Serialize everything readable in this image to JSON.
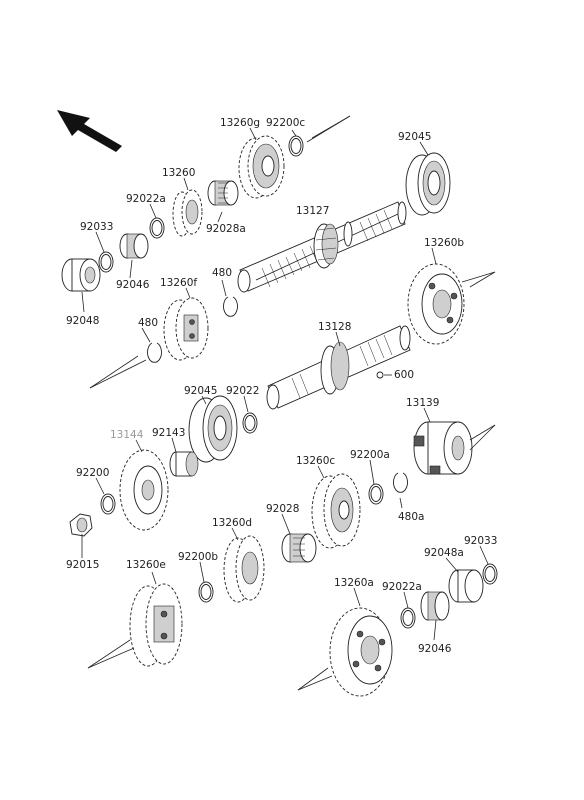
{
  "diagram": {
    "labels": {
      "p13260g": "13260g",
      "p92200c": "92200c",
      "p92045_top": "92045",
      "p13260": "13260",
      "p92022a_top": "92022a",
      "p92028a": "92028a",
      "p13127": "13127",
      "p92033_top": "92033",
      "p92046_top": "92046",
      "p92048_top": "92048",
      "p13260f": "13260f",
      "p480_top": "480",
      "p480_left": "480",
      "p13260b": "13260b",
      "p13128": "13128",
      "p600": "600",
      "p92045_mid": "92045",
      "p92022": "92022",
      "p13144": "13144",
      "p92143": "92143",
      "p13139": "13139",
      "p92200": "92200",
      "p13260c": "13260c",
      "p92200a": "92200a",
      "p480a": "480a",
      "p92015": "92015",
      "p92028": "92028",
      "p13260d": "13260d",
      "p92033_bot": "92033",
      "p92048a": "92048a",
      "p13260e": "13260e",
      "p92200b": "92200b",
      "p13260a": "13260a",
      "p92022a_bot": "92022a",
      "p92046_bot": "92046"
    }
  }
}
